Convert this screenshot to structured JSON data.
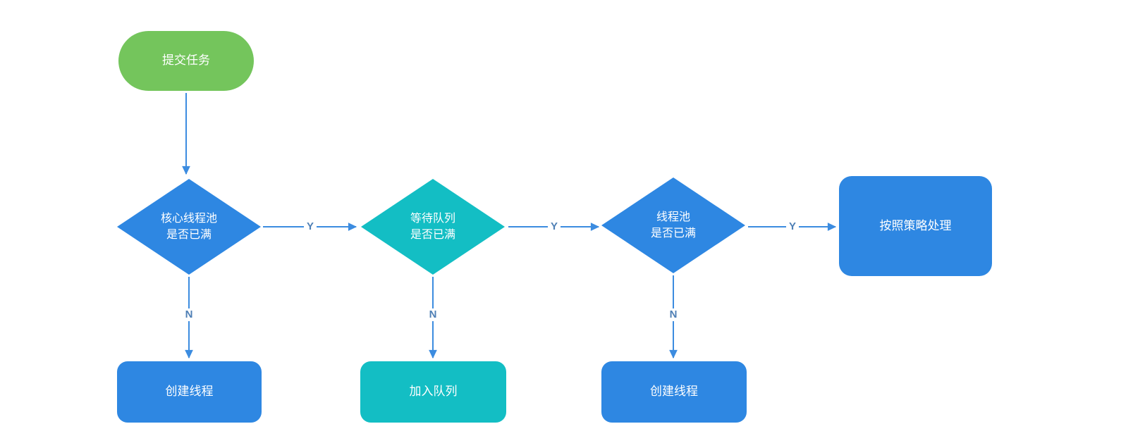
{
  "colors": {
    "green": "#74C55C",
    "blue": "#2E87E2",
    "teal": "#13BEC4",
    "arrow": "#3C8CE0",
    "edgeLabel": "#4E7FB5"
  },
  "nodes": {
    "submit": {
      "label": "提交任务",
      "shape": "rounded-start",
      "color": "#74C55C"
    },
    "core_full": {
      "label": "核心线程池\n是否已满",
      "shape": "decision-diamond",
      "color": "#2E87E2"
    },
    "queue_full": {
      "label": "等待队列\n是否已满",
      "shape": "decision-diamond",
      "color": "#13BEC4"
    },
    "pool_full": {
      "label": "线程池\n是否已满",
      "shape": "decision-diamond",
      "color": "#2E87E2"
    },
    "policy": {
      "label": "按照策略处理",
      "shape": "rounded-rect",
      "color": "#2E87E2"
    },
    "create1": {
      "label": "创建线程",
      "shape": "rounded-rect",
      "color": "#2E87E2"
    },
    "enqueue": {
      "label": "加入队列",
      "shape": "rounded-rect",
      "color": "#13BEC4"
    },
    "create2": {
      "label": "创建线程",
      "shape": "rounded-rect",
      "color": "#2E87E2"
    }
  },
  "edges": [
    {
      "from": "submit",
      "to": "core_full",
      "label": ""
    },
    {
      "from": "core_full",
      "to": "queue_full",
      "label": "Y"
    },
    {
      "from": "queue_full",
      "to": "pool_full",
      "label": "Y"
    },
    {
      "from": "pool_full",
      "to": "policy",
      "label": "Y"
    },
    {
      "from": "core_full",
      "to": "create1",
      "label": "N"
    },
    {
      "from": "queue_full",
      "to": "enqueue",
      "label": "N"
    },
    {
      "from": "pool_full",
      "to": "create2",
      "label": "N"
    }
  ]
}
